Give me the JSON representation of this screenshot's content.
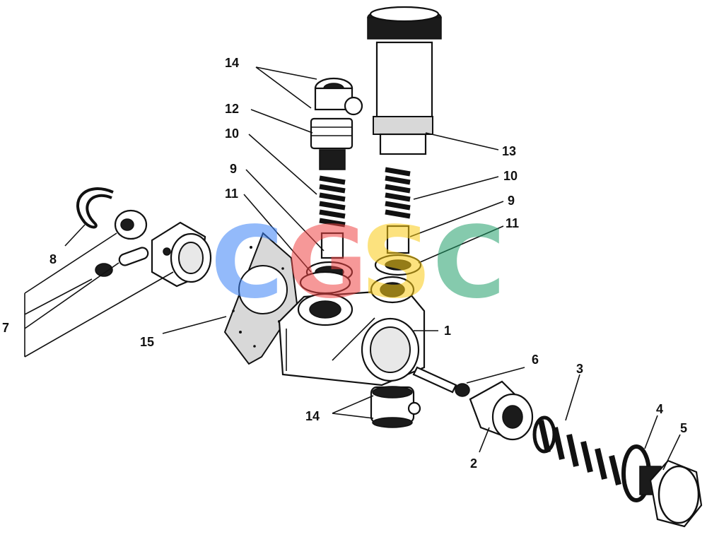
{
  "labels": {
    "l1": "1",
    "l2": "2",
    "l3": "3",
    "l4": "4",
    "l5": "5",
    "l6": "6",
    "l7": "7",
    "l8": "8",
    "l9a": "9",
    "l9b": "9",
    "l10a": "10",
    "l10b": "10",
    "l11a": "11",
    "l11b": "11",
    "l12": "12",
    "l13": "13",
    "l14a": "14",
    "l14b": "14",
    "l15": "15"
  },
  "watermark": {
    "letters": [
      "C",
      "G",
      "S",
      "C"
    ],
    "colors": [
      "#3b82f6",
      "#ef4444",
      "#facc15",
      "#22a06b"
    ]
  }
}
